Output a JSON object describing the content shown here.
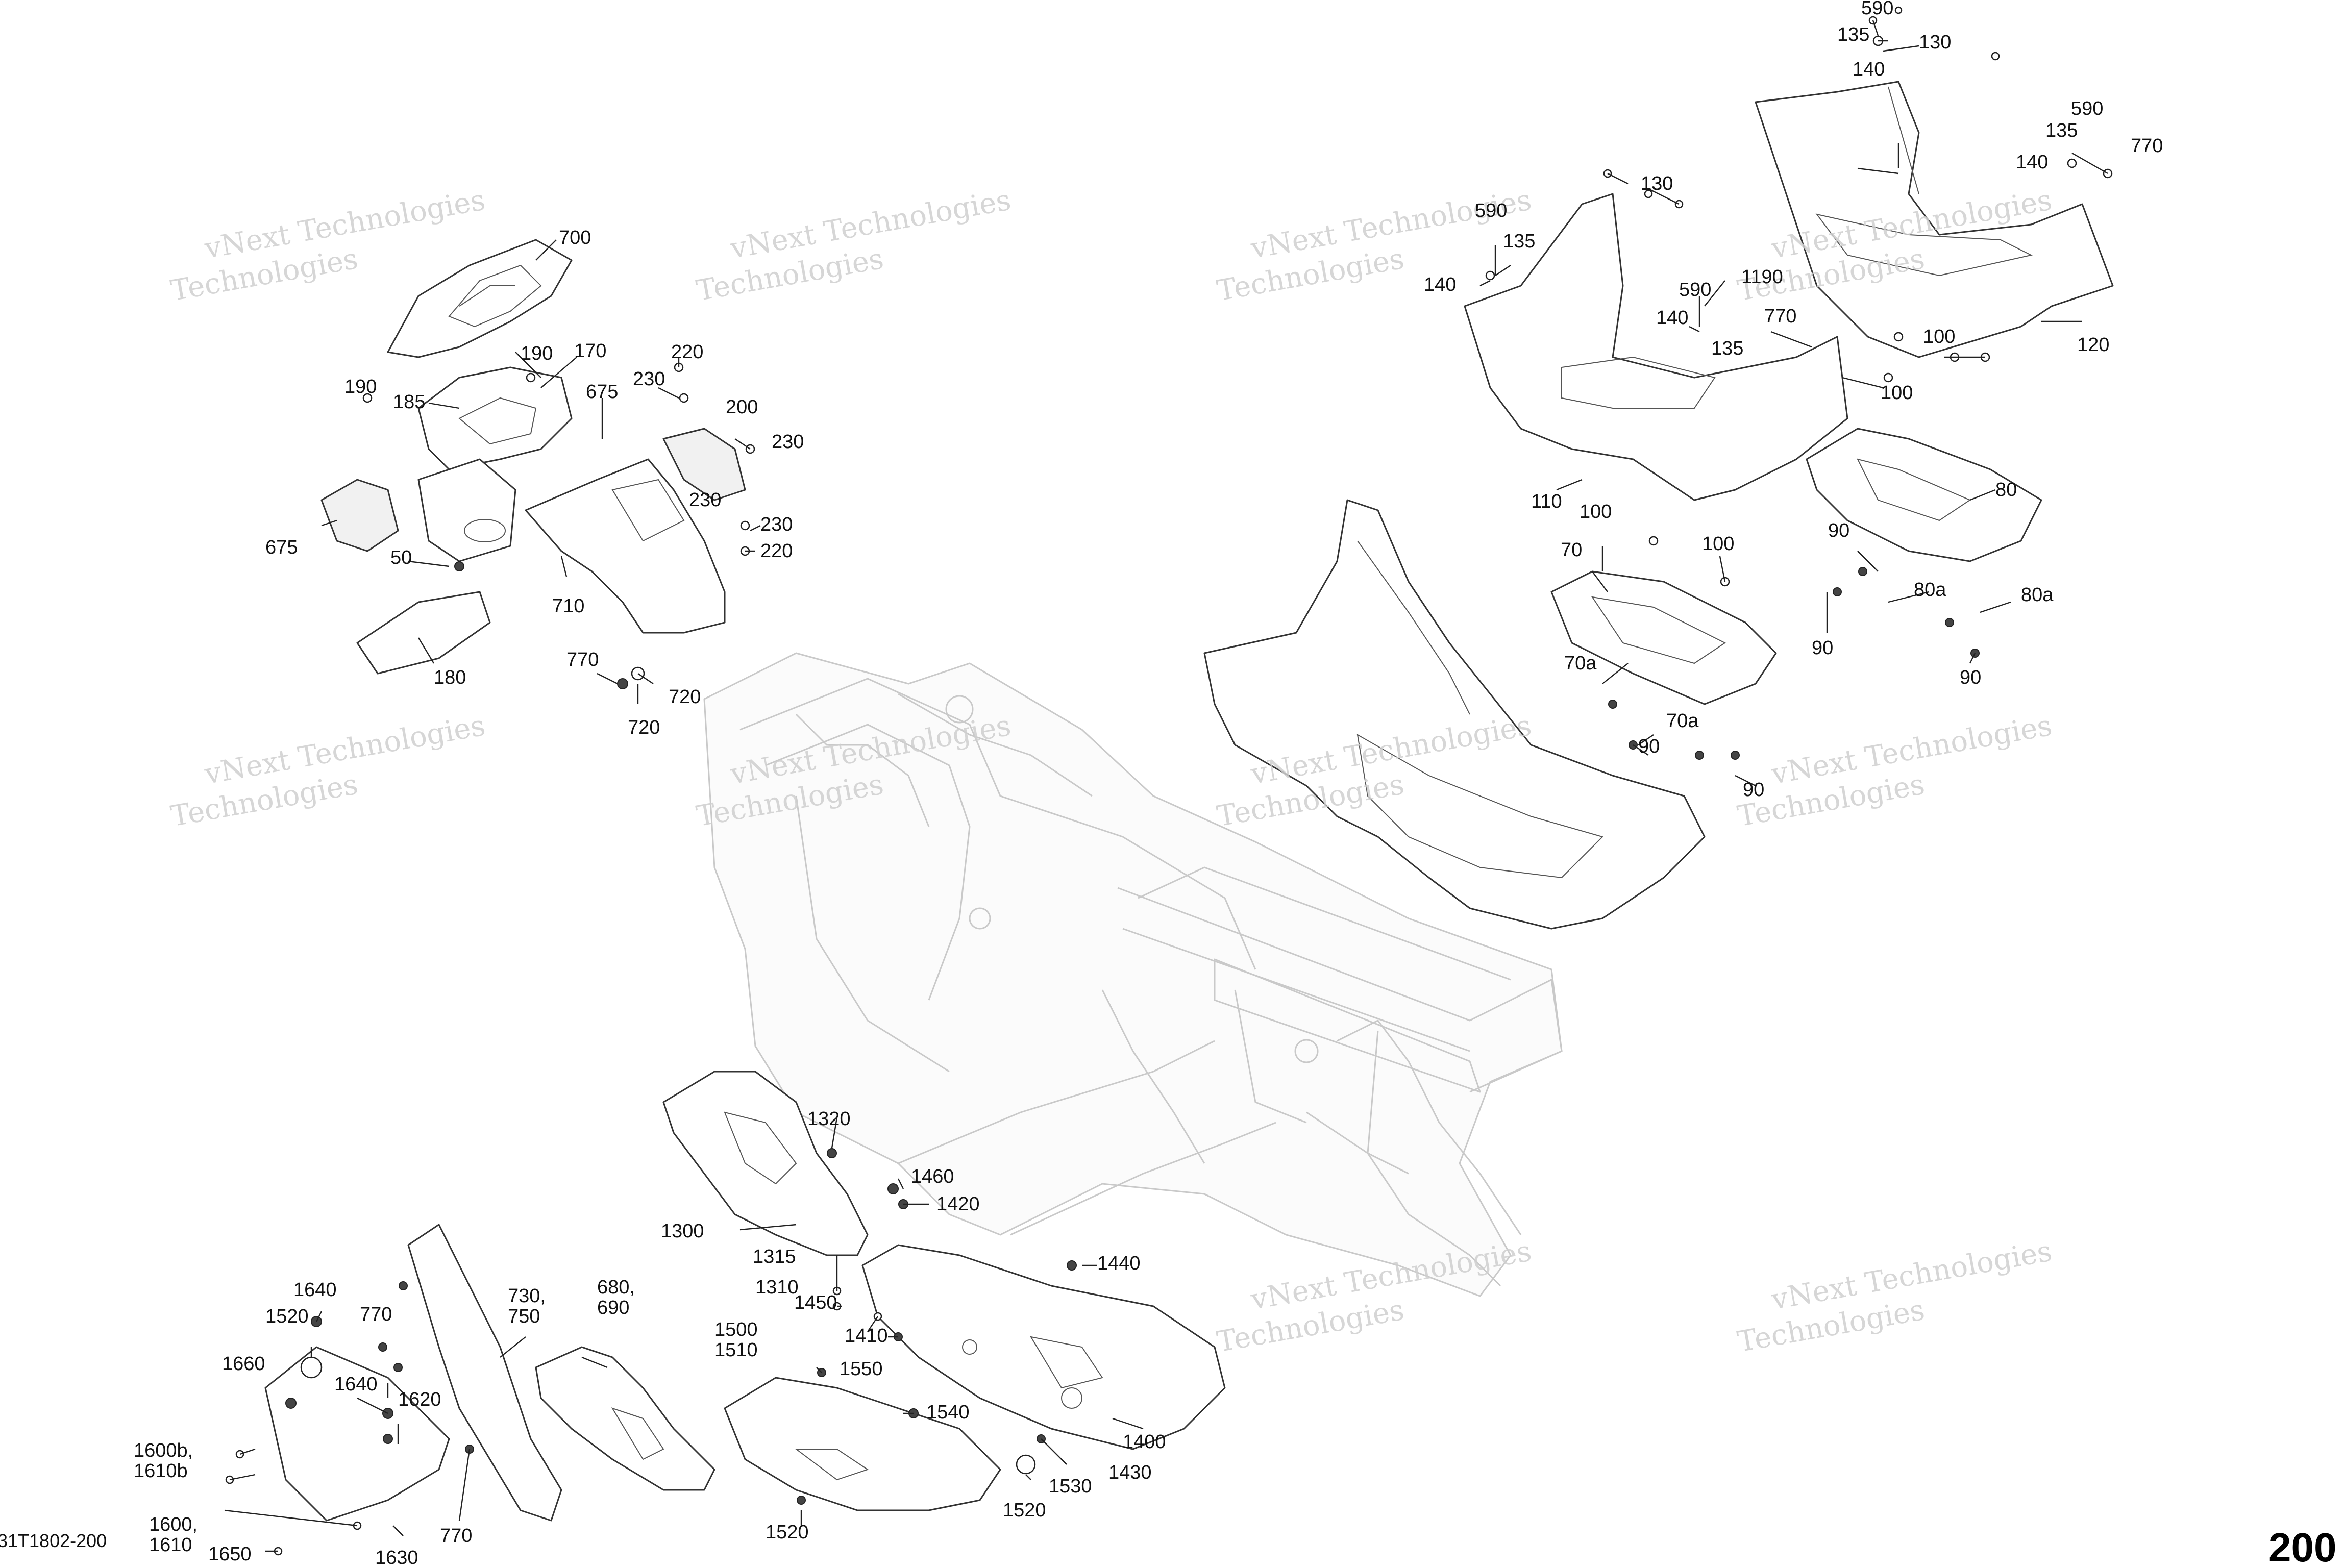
{
  "diagram": {
    "reference_code": "31T1802-200",
    "page_number": "200",
    "watermark": {
      "line1": "vNext Technologies",
      "line2": "Technologies"
    },
    "callouts": [
      "700",
      "190",
      "170",
      "190",
      "185",
      "220",
      "230",
      "675",
      "200",
      "230",
      "675",
      "230",
      "230",
      "220",
      "50",
      "710",
      "180",
      "770",
      "720",
      "720",
      "590",
      "135",
      "130",
      "140",
      "130",
      "590",
      "135",
      "140",
      "770",
      "130",
      "590",
      "135",
      "140",
      "590",
      "1190",
      "140",
      "135",
      "770",
      "120",
      "100",
      "100",
      "110",
      "80",
      "100",
      "100",
      "70",
      "90",
      "80a",
      "80a",
      "90",
      "90",
      "70a",
      "70a",
      "90",
      "90",
      "1320",
      "1460",
      "1420",
      "1300",
      "1440",
      "1315",
      "1310",
      "1450",
      "1410",
      "1500",
      "1510",
      "1550",
      "1540",
      "1400",
      "1520",
      "1530",
      "1430",
      "1520",
      "1640",
      "1520",
      "770",
      "730,",
      "750",
      "680,",
      "690",
      "1660",
      "1640",
      "1620",
      "1600b,",
      "1610b",
      "1600,",
      "1610",
      "770",
      "1650",
      "1630"
    ]
  }
}
